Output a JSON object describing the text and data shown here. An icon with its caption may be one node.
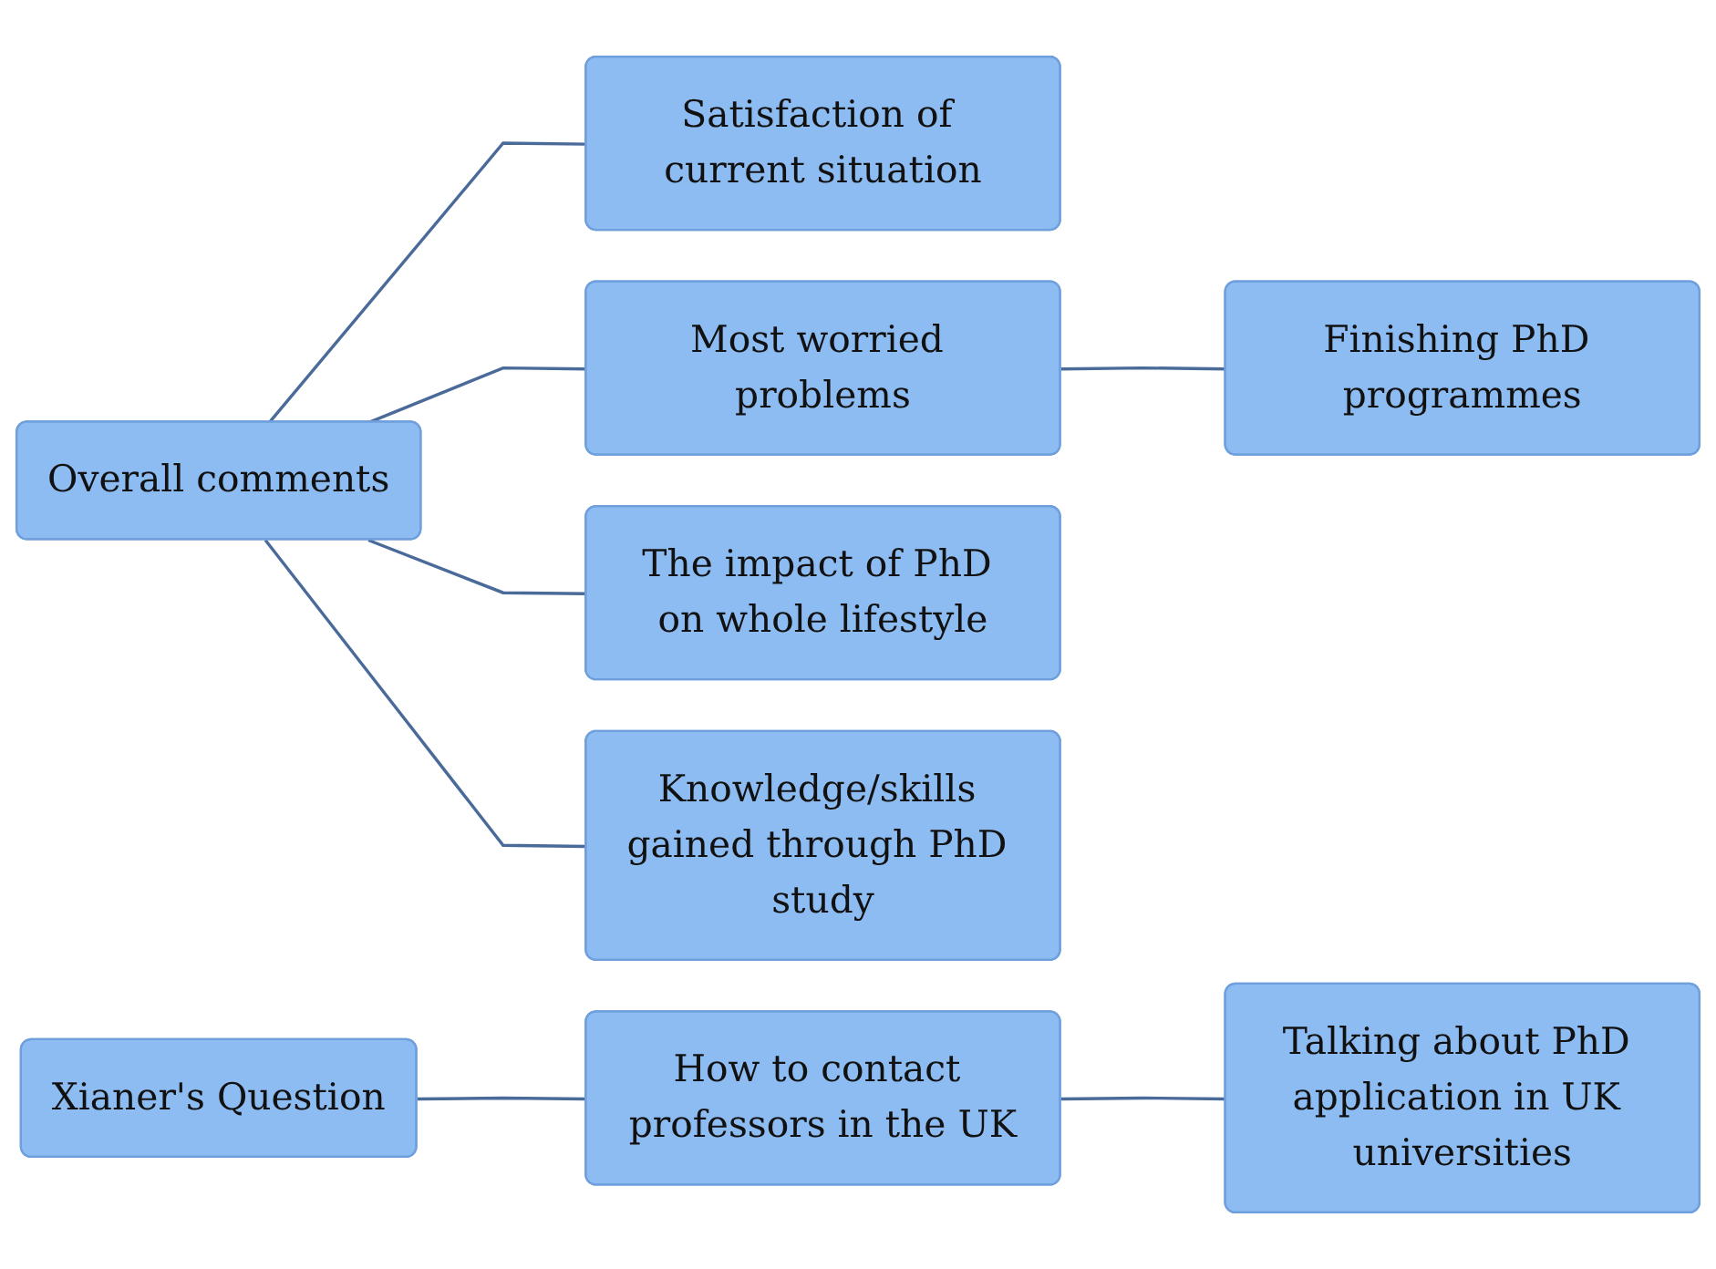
{
  "diagram": {
    "nodes": [
      {
        "text": [
          "Overall comments"
        ]
      },
      {
        "text": [
          "Satisfaction of current situation"
        ]
      },
      {
        "text": [
          "Most worried problems"
        ]
      },
      {
        "text": [
          "Finishing PhD programmes"
        ]
      },
      {
        "text": [
          "The impact of PhD on whole lifestyle"
        ]
      },
      {
        "text": [
          "Knowledge/skills gained through PhD study"
        ]
      },
      {
        "text": [
          "Xianer's Question"
        ]
      },
      {
        "text": [
          "How to contact professors in the UK"
        ]
      },
      {
        "text": [
          "Talking about PhD application in UK universities"
        ]
      }
    ],
    "edges": [
      {
        "from": 0,
        "to": 1,
        "arrow": "none"
      },
      {
        "from": 0,
        "to": 2,
        "arrow": "none"
      },
      {
        "from": 0,
        "to": 4,
        "arrow": "none"
      },
      {
        "from": 0,
        "to": 5,
        "arrow": "none"
      },
      {
        "from": 2,
        "to": 3,
        "arrow": "none"
      },
      {
        "from": 6,
        "to": 7,
        "arrow": "none"
      },
      {
        "from": 7,
        "to": 8,
        "arrow": "none"
      }
    ]
  }
}
